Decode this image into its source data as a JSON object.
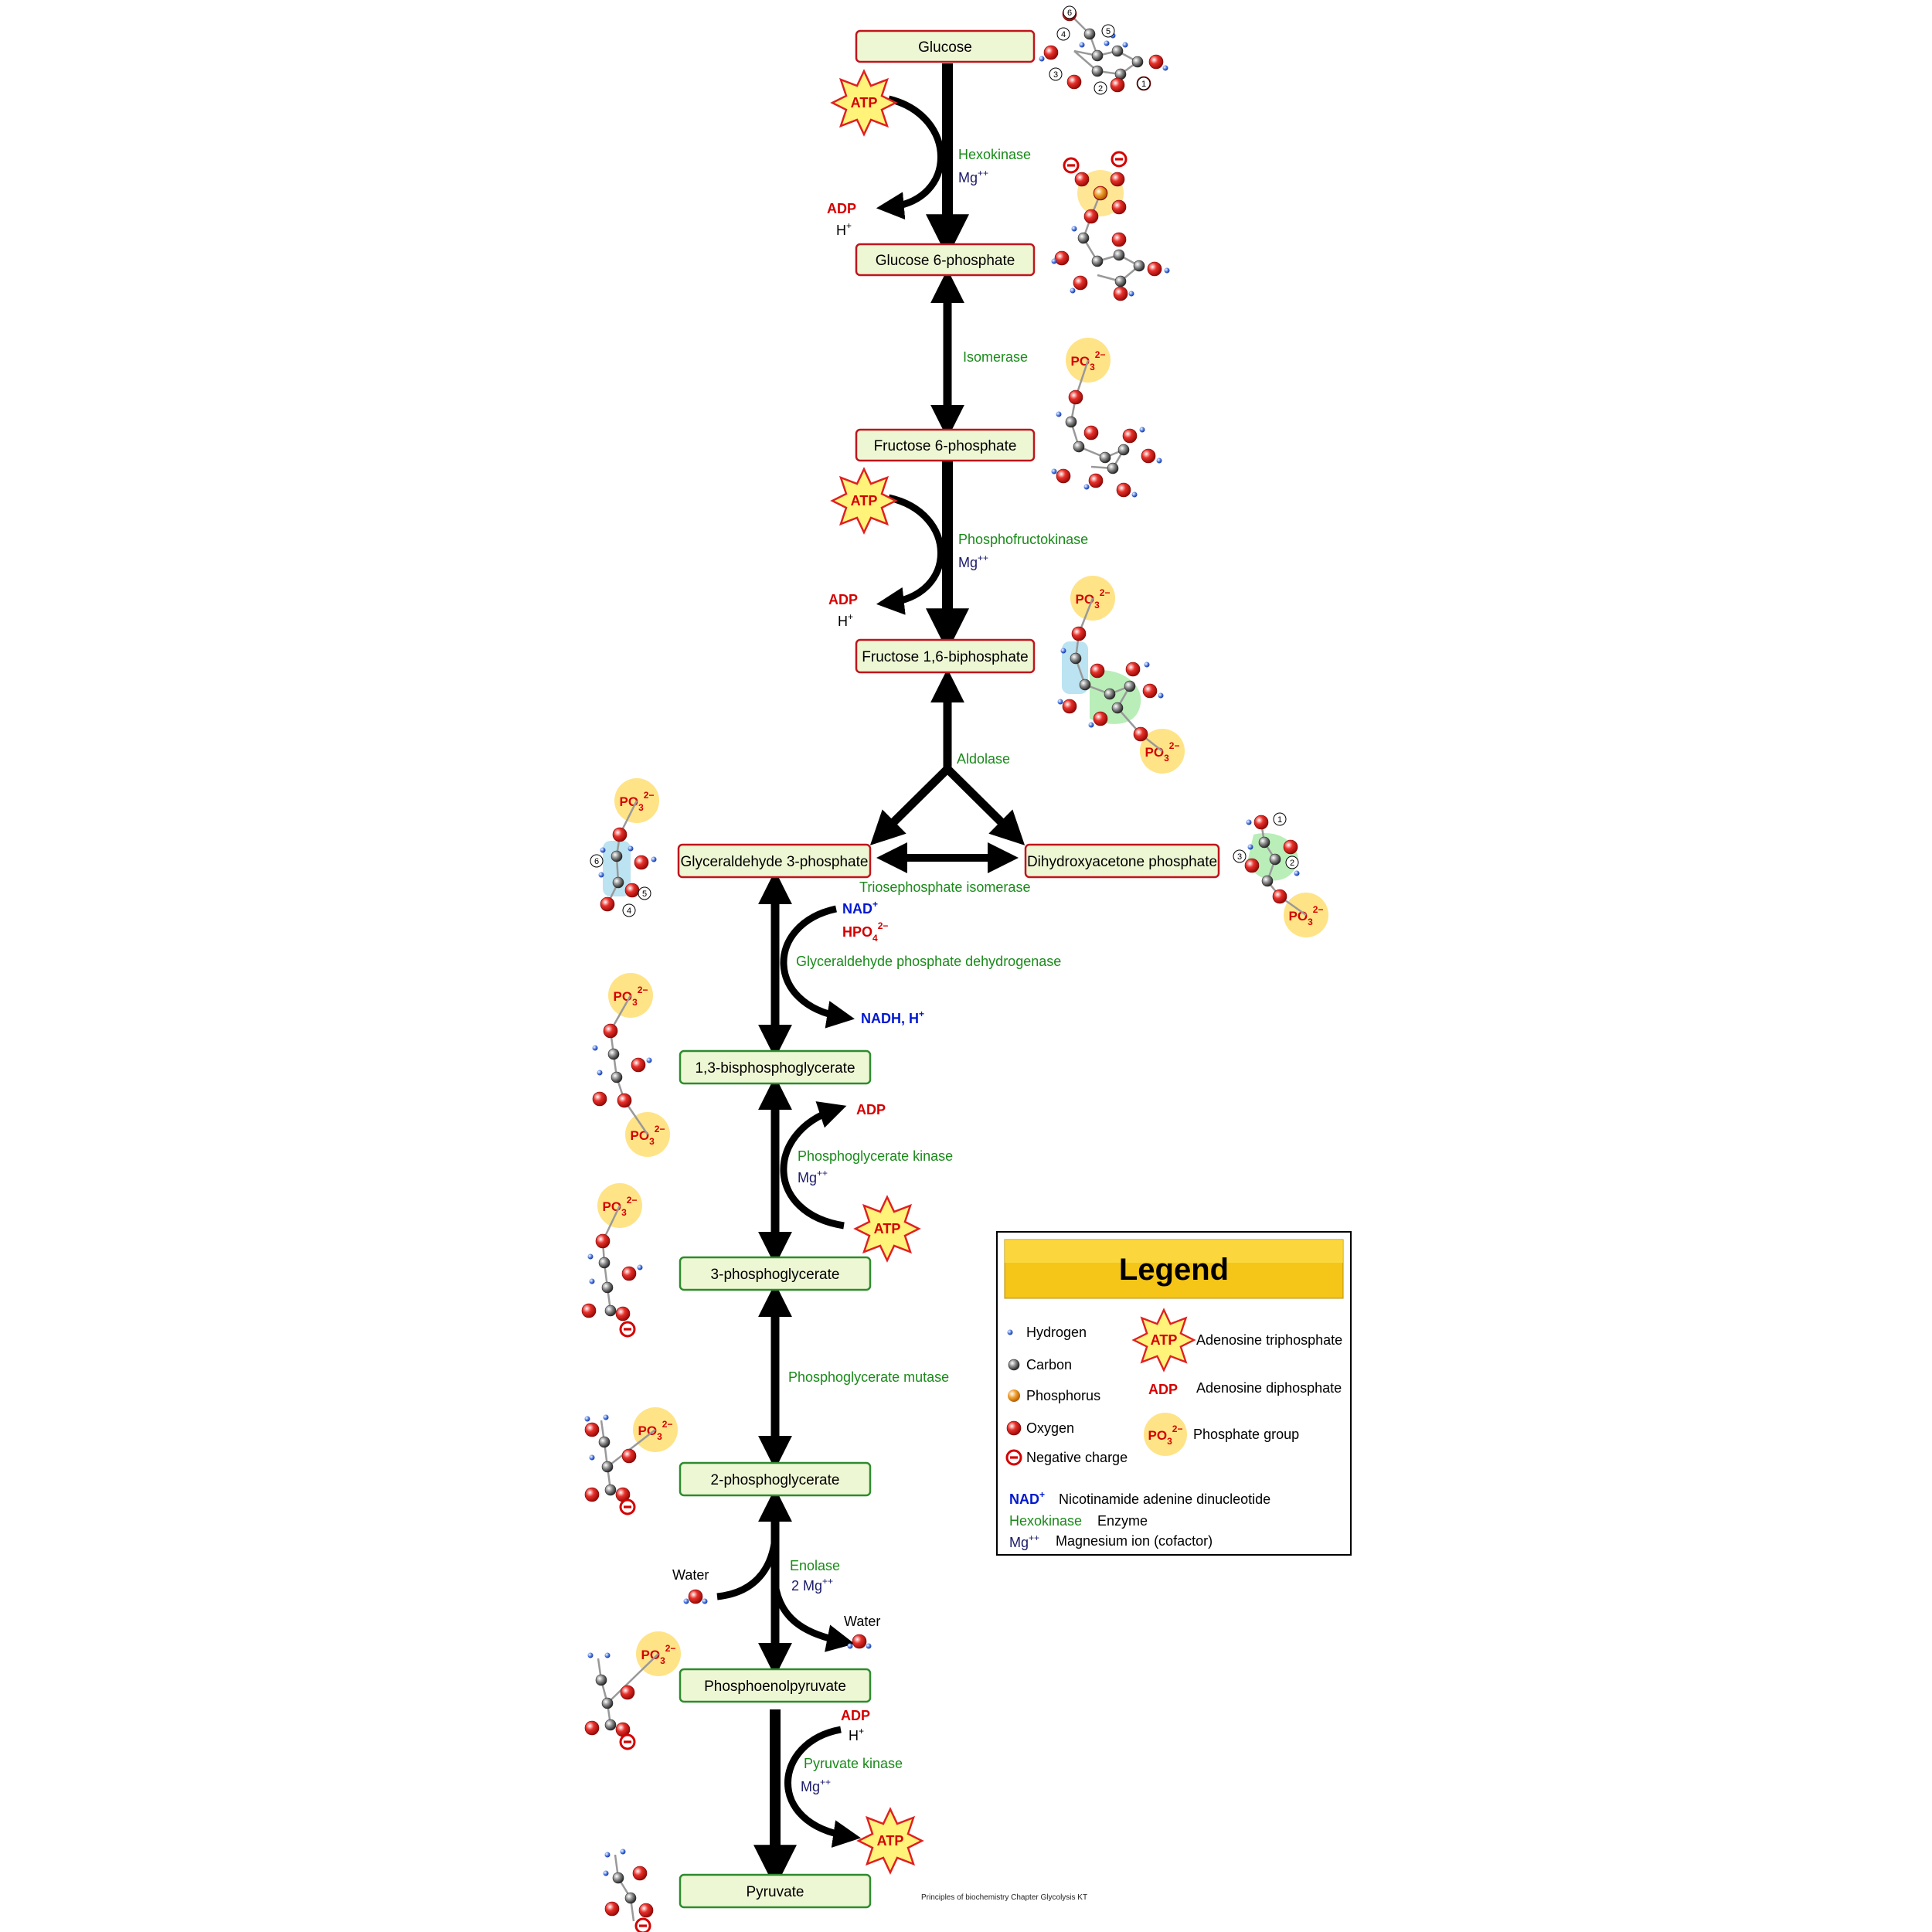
{
  "colors": {
    "arrow": "#000000",
    "box_red_border": "#c0141c",
    "box_green_border": "#2e8b2e",
    "box_fill": "#eef7d4",
    "enzyme_green": "#1a8a1a",
    "red_label": "#d40000",
    "blue_label": "#0018d0",
    "atp_fill": "#fff37a",
    "phosphate_fill": "#ffe07a",
    "legend_gold": "#f5c518"
  },
  "metabolites": {
    "glucose": "Glucose",
    "g6p": "Glucose 6-phosphate",
    "f6p": "Fructose 6-phosphate",
    "f16bp": "Fructose 1,6-biphosphate",
    "g3p": "Glyceraldehyde 3-phosphate",
    "dhap": "Dihydroxyacetone phosphate",
    "bpg13": "1,3-bisphosphoglycerate",
    "pg3": "3-phosphoglycerate",
    "pg2": "2-phosphoglycerate",
    "pep": "Phosphoenolpyruvate",
    "pyruvate": "Pyruvate"
  },
  "enzymes": {
    "hexokinase": "Hexokinase",
    "isomerase": "Isomerase",
    "pfk": "Phosphofructokinase",
    "aldolase": "Aldolase",
    "tpi": "Triosephosphate isomerase",
    "gapdh": "Glyceraldehyde phosphate dehydrogenase",
    "pgk": "Phosphoglycerate kinase",
    "pgm": "Phosphoglycerate mutase",
    "enolase": "Enolase",
    "pk": "Pyruvate kinase"
  },
  "labels": {
    "atp": "ATP",
    "adp": "ADP",
    "h": "H",
    "plus": "+",
    "mg": "Mg",
    "mg_charge": "++",
    "two_mg": "2 Mg",
    "nad": "NAD",
    "hpo4": "HPO",
    "hpo4_sub": "4",
    "hpo4_charge": "2−",
    "nadh": "NADH, H",
    "water": "Water",
    "po3": "PO",
    "po3_sub": "3",
    "po3_charge": "2−"
  },
  "carbon_numbers": [
    "6",
    "5",
    "4",
    "3",
    "2",
    "1"
  ],
  "legend": {
    "title": "Legend",
    "hydrogen": "Hydrogen",
    "carbon": "Carbon",
    "phosphorus": "Phosphorus",
    "oxygen": "Oxygen",
    "negative": "Negative charge",
    "atp_symbol": "ATP",
    "atp_desc": "Adenosine triphosphate",
    "adp_symbol": "ADP",
    "adp_desc": "Adenosine diphosphate",
    "po3_desc": "Phosphate group",
    "nad_symbol": "NAD",
    "nad_desc": "Nicotinamide adenine dinucleotide",
    "enzyme_symbol": "Hexokinase",
    "enzyme_desc": "Enzyme",
    "mg_symbol": "Mg",
    "mg_desc": "Magnesium ion (cofactor)"
  },
  "credit": "Principles of biochemistry   Chapter Glycolysis  KT"
}
